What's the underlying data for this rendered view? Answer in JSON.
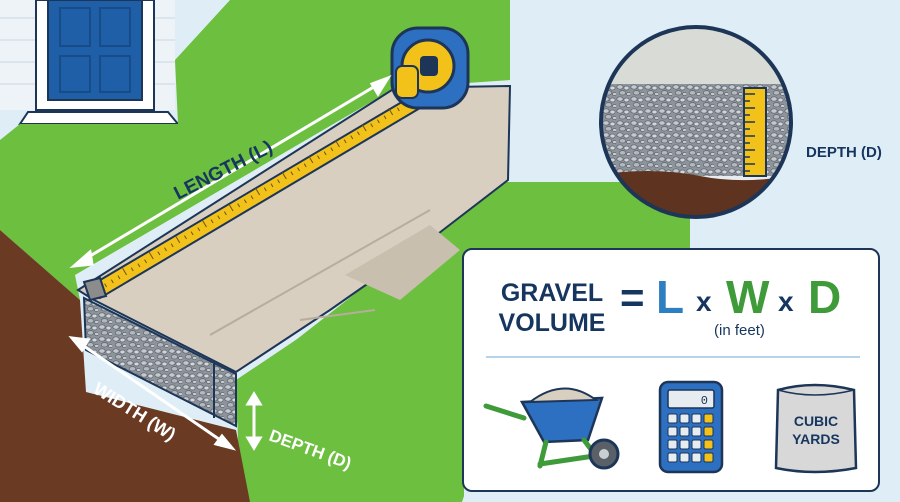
{
  "labels": {
    "length": "LENGTH (L)",
    "width": "WIDTH (W)",
    "depth_front": "DEPTH (D)",
    "depth_inset": "DEPTH (D)"
  },
  "formula": {
    "subject_line1": "GRAVEL",
    "subject_line2": "VOLUME",
    "equals": "=",
    "length_var": "L",
    "times1": "x",
    "width_var": "W",
    "times2": "x",
    "depth_var": "D",
    "units_note": "(in feet)"
  },
  "icons": {
    "calculator_display": "0",
    "bag_line1": "CUBIC",
    "bag_line2": "YARDS",
    "names": [
      "wheelbarrow-icon",
      "calculator-icon",
      "gravel-bag-icon",
      "tape-measure-icon"
    ]
  },
  "colors": {
    "grass": "#6cbf3f",
    "soil": "#6b3a22",
    "concrete": "#d8cfc0",
    "gravel": "#9aa0a6",
    "tape_yellow": "#f2c21b",
    "navy": "#16365f",
    "blue_accent": "#2d7fc1",
    "green_accent": "#3f9a3a"
  }
}
